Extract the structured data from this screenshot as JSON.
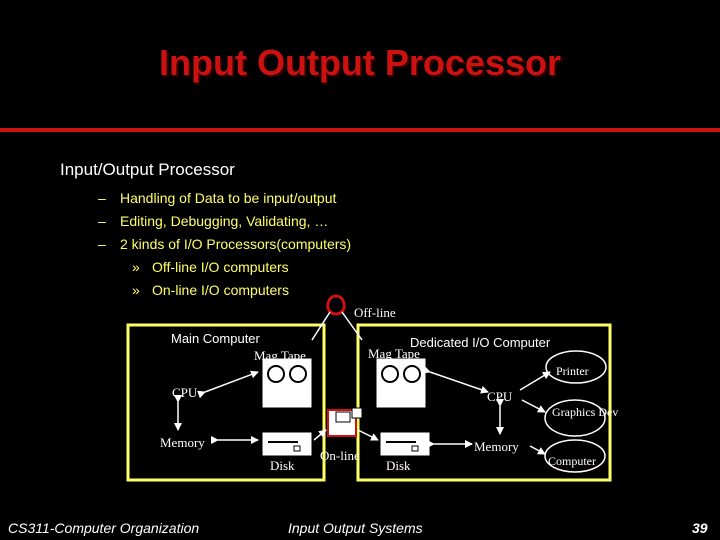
{
  "slide": {
    "title": "Input Output Processor",
    "bullet": "Input/Output Processor",
    "sub_marker": "–",
    "sub_items": [
      "Handling of Data to be input/output",
      "Editing, Debugging, Validating, …",
      "2 kinds of I/O Processors(computers)"
    ],
    "subsub_marker": "»",
    "subsub_items": [
      "Off-line I/O computers",
      "On-line I/O computers"
    ]
  },
  "diagram": {
    "offline_label": "Off-line",
    "main_computer": "Main Computer",
    "dedicated_computer": "Dedicated I/O Computer",
    "mag_tape_left": "Mag Tape",
    "mag_tape_right": "Mag Tape",
    "printer": "Printer",
    "cpu_left": "CPU",
    "cpu_right": "CPU",
    "graphics": "Graphics Dev",
    "memory_left": "Memory",
    "memory_right": "Memory",
    "disk_left": "Disk",
    "disk_right": "Disk",
    "online_label": "On-line",
    "computer": "Computer"
  },
  "footer": {
    "left": "CS311-Computer Organization",
    "center": "Input Output Systems",
    "page": "39"
  },
  "colors": {
    "title": "#cc1111",
    "sub_text": "#ffff66",
    "box_border": "#ffff66",
    "accent": "#cc1111"
  }
}
